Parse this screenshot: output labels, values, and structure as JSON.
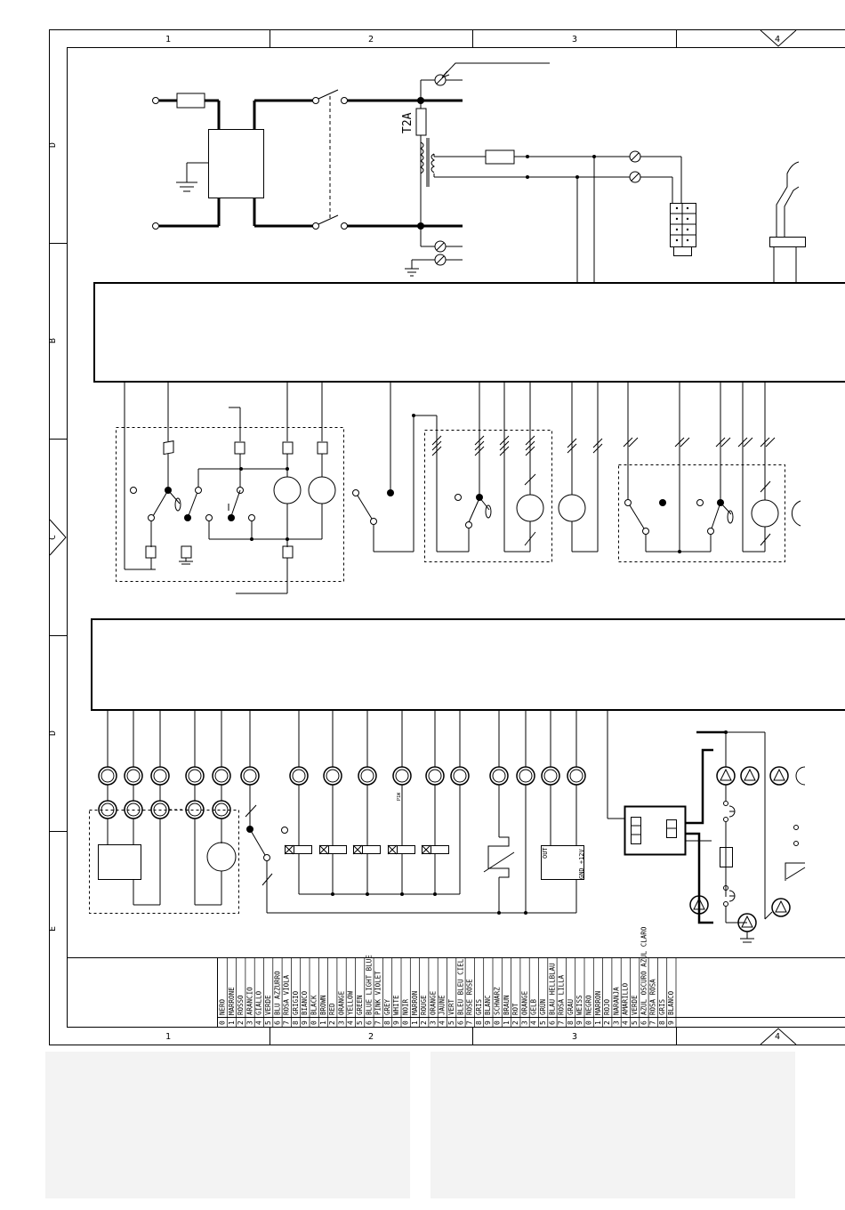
{
  "frame": {
    "columns": [
      "1",
      "2",
      "3",
      "4"
    ],
    "rows": [
      "D",
      "B",
      "C",
      "D",
      "E"
    ]
  },
  "labels": {
    "fuse_label": "T2A",
    "pcb_label": "OUT",
    "pcb_label2": "GND +12V",
    "small_note": "P1W"
  },
  "color_legend": [
    {
      "code": "0",
      "name": "NERO"
    },
    {
      "code": "1",
      "name": "MARRONE"
    },
    {
      "code": "2",
      "name": "ROSSO"
    },
    {
      "code": "3",
      "name": "ARANCIO"
    },
    {
      "code": "4",
      "name": "GIALLO"
    },
    {
      "code": "5",
      "name": "VERDE"
    },
    {
      "code": "6",
      "name": "BLU AZZURRO"
    },
    {
      "code": "7",
      "name": "ROSA VIOLA"
    },
    {
      "code": "8",
      "name": "GRIGIO"
    },
    {
      "code": "9",
      "name": "BIANCO"
    },
    {
      "code": "0",
      "name": "BLACK"
    },
    {
      "code": "1",
      "name": "BROWN"
    },
    {
      "code": "2",
      "name": "RED"
    },
    {
      "code": "3",
      "name": "ORANGE"
    },
    {
      "code": "4",
      "name": "YELLOW"
    },
    {
      "code": "5",
      "name": "GREEN"
    },
    {
      "code": "6",
      "name": "BLUE LIGHT BLUE"
    },
    {
      "code": "7",
      "name": "PINK VIOLET"
    },
    {
      "code": "8",
      "name": "GREY"
    },
    {
      "code": "9",
      "name": "WHITE"
    },
    {
      "code": "0",
      "name": "NOIR"
    },
    {
      "code": "1",
      "name": "MARRON"
    },
    {
      "code": "2",
      "name": "ROUGE"
    },
    {
      "code": "3",
      "name": "ORANGE"
    },
    {
      "code": "4",
      "name": "JAUNE"
    },
    {
      "code": "5",
      "name": "VERT"
    },
    {
      "code": "6",
      "name": "BLEU BLEU CIEL"
    },
    {
      "code": "7",
      "name": "ROSE ROSE"
    },
    {
      "code": "8",
      "name": "GRIS"
    },
    {
      "code": "9",
      "name": "BLANC"
    },
    {
      "code": "0",
      "name": "SCHWARZ"
    },
    {
      "code": "1",
      "name": "BRAUN"
    },
    {
      "code": "2",
      "name": "ROT"
    },
    {
      "code": "3",
      "name": "ORANGE"
    },
    {
      "code": "4",
      "name": "GELB"
    },
    {
      "code": "5",
      "name": "GRÜN"
    },
    {
      "code": "6",
      "name": "BLAU HELLBLAU"
    },
    {
      "code": "7",
      "name": "ROSA LILLA"
    },
    {
      "code": "8",
      "name": "GRAU"
    },
    {
      "code": "9",
      "name": "WEISS"
    },
    {
      "code": "0",
      "name": "NEGRO"
    },
    {
      "code": "1",
      "name": "MARRON"
    },
    {
      "code": "2",
      "name": "ROJO"
    },
    {
      "code": "3",
      "name": "NARANJA"
    },
    {
      "code": "4",
      "name": "AMARILLO"
    },
    {
      "code": "5",
      "name": "VERDE"
    },
    {
      "code": "6",
      "name": "AZUL OSCURO AZUL CLARO"
    },
    {
      "code": "7",
      "name": "ROSA ROSA"
    },
    {
      "code": "8",
      "name": "GRIS"
    },
    {
      "code": "9",
      "name": "BLANCO"
    }
  ],
  "colors": {
    "line": "#000000",
    "paper": "#ffffff",
    "panel": "#f3f3f3"
  }
}
